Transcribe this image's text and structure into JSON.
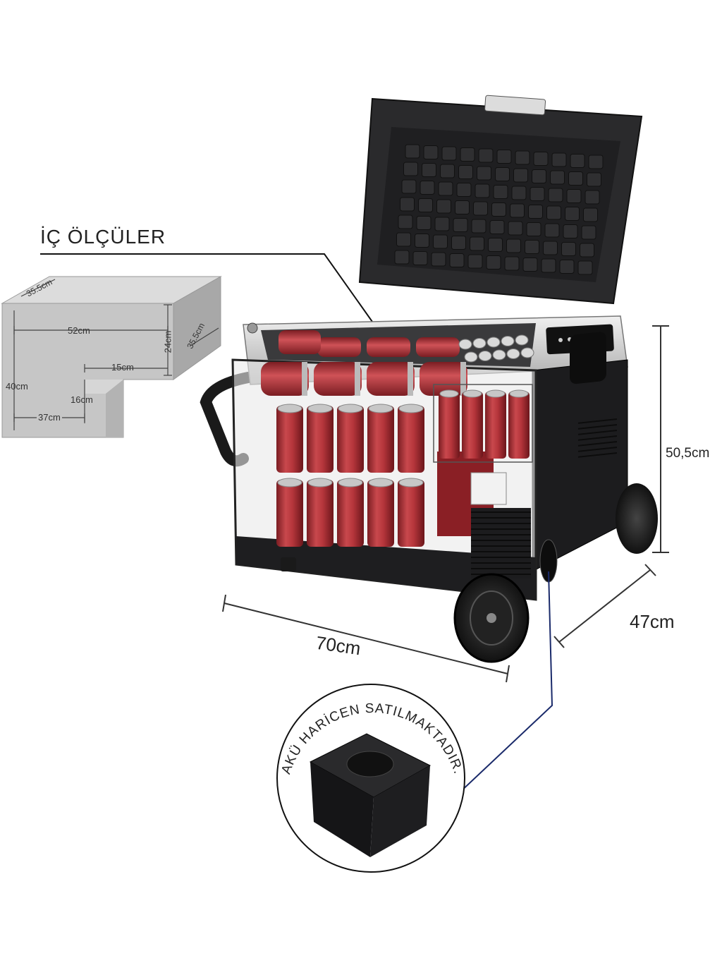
{
  "heading": "İÇ ÖLÇÜLER",
  "inner_box": {
    "depth_top": "35.5cm",
    "width_top": "52cm",
    "depth_right": "35.5cm",
    "height_right": "24cm",
    "step_width": "15cm",
    "total_height": "40cm",
    "step_height": "16cm",
    "bottom_width": "37cm"
  },
  "outer": {
    "height": "50,5cm",
    "depth": "47cm",
    "width": "70cm"
  },
  "battery_note": "AKÜ HARİCEN SATILMAKTADIR.",
  "colors": {
    "body": "#1d1d1f",
    "lid": "#2b2b2d",
    "rim": "#d8d8d8",
    "can": "#b8363c",
    "box_fill": "#c9c9c9",
    "callout_line": "#1a2a6a"
  }
}
